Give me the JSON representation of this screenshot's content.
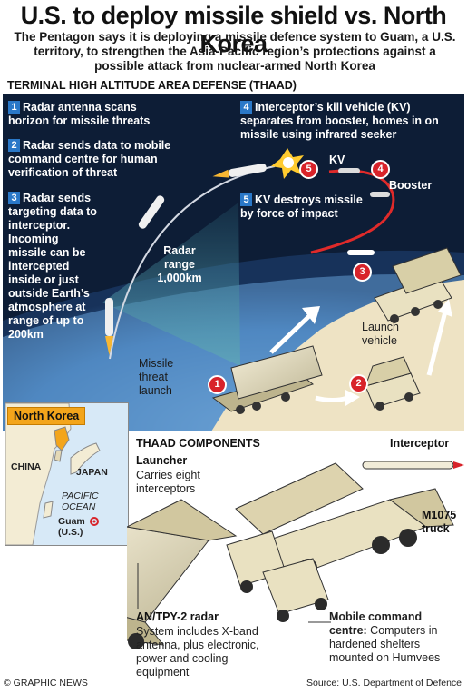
{
  "header": {
    "headline": "U.S. to deploy missile shield vs. North Korea",
    "subhead": "The Pentagon says it is deploying a missile defence system to Guam, a U.S. territory, to strengthen the Asia-Pacific region’s protections against a possible attack from nuclear-armed North Korea"
  },
  "section_title": "TERMINAL HIGH ALTITUDE AREA DEFENSE (THAAD)",
  "steps": [
    {
      "num": "1",
      "text": "Radar antenna scans horizon for missile threats"
    },
    {
      "num": "2",
      "text": "Radar sends data to mobile command centre for human verification of threat"
    },
    {
      "num": "3",
      "text": "Radar sends targeting data to interceptor. Incoming missile can be intercepted inside or just outside Earth’s atmosphere at range of up to 200km"
    },
    {
      "num": "4",
      "text": "Interceptor’s kill vehicle (KV) separates from booster, homes in on missile using infrared seeker"
    },
    {
      "num": "5",
      "text": "KV destroys missile by force of impact"
    }
  ],
  "hero_labels": {
    "radar_range": "Radar range 1,000km",
    "kv": "KV",
    "booster": "Booster",
    "missile_threat": "Missile threat launch",
    "launch_vehicle": "Launch vehicle"
  },
  "badges": [
    "1",
    "2",
    "3",
    "4",
    "5"
  ],
  "map": {
    "north_korea": "North Korea",
    "china": "CHINA",
    "japan": "JAPAN",
    "pacific": "PACIFIC OCEAN",
    "guam": "Guam (U.S.)"
  },
  "components": {
    "title": "THAAD COMPONENTS",
    "interceptor": "Interceptor",
    "launcher_title": "Launcher",
    "launcher_body": "Carries eight interceptors",
    "truck": "M1075 truck",
    "radar_title": "AN/TPY-2 radar",
    "radar_body": "System includes X-band antenna, plus electronic, power and cooling equipment",
    "command_title": "Mobile command centre:",
    "command_body": "Computers in hardened shelters mounted on Humvees"
  },
  "footer": {
    "credit": "© GRAPHIC NEWS",
    "source": "Source: U.S. Department of Defence"
  },
  "colors": {
    "sky": "#0d1d36",
    "step_number": "#2a78c8",
    "badge": "#d8232a",
    "trajectory": "#e02a2a",
    "highlight": "#f3a51b",
    "land": "#eee3c4"
  }
}
